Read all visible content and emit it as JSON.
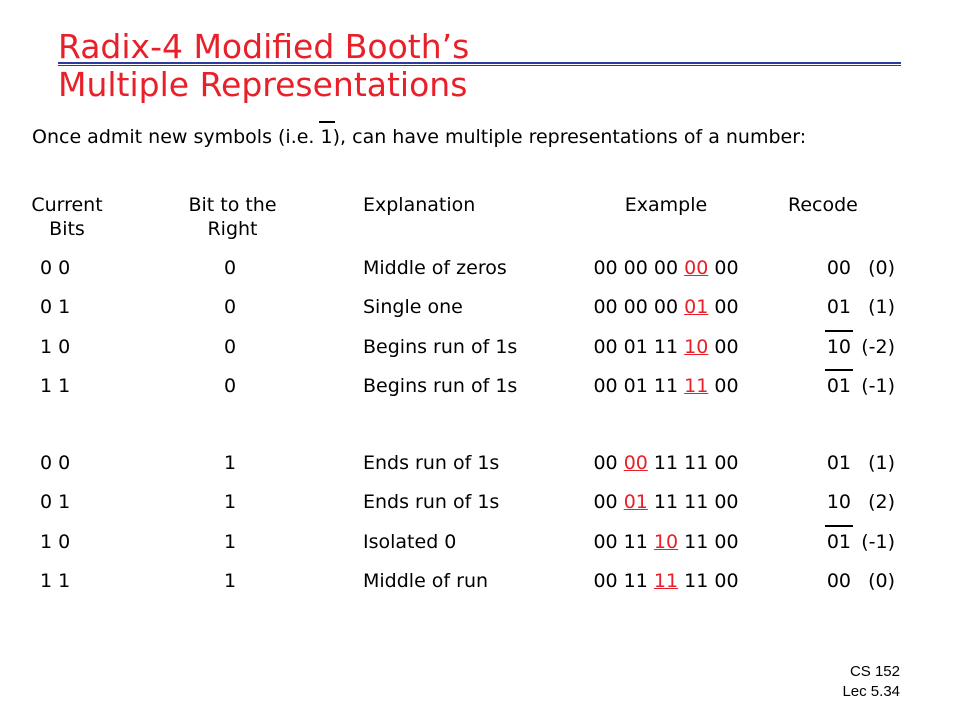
{
  "title": {
    "line1": "Radix-4 Modified Booth’s",
    "line2": "Multiple Representations"
  },
  "intro": {
    "before": "Once admit new symbols (i.e. ",
    "symbol": "1",
    "after": "), can have multiple representations of a number:"
  },
  "headers": {
    "current_bits": "Current\nBits",
    "bit_right": "Bit to the\nRight",
    "explanation": "Explanation",
    "example": "Example",
    "recode": "Recode"
  },
  "rows": [
    {
      "bits": "0 0",
      "right": "0",
      "expl": "Middle of zeros",
      "ex_pre": "00 00 00 ",
      "ex_hl": "00",
      "ex_post": " 00",
      "rec_digits": "00",
      "rec_bar": "",
      "rec_val": "(0)"
    },
    {
      "bits": "0 1",
      "right": "0",
      "expl": "Single one",
      "ex_pre": "00 00 00 ",
      "ex_hl": "01",
      "ex_post": " 00",
      "rec_digits": "01",
      "rec_bar": "",
      "rec_val": "(1)"
    },
    {
      "bits": "1 0",
      "right": "0",
      "expl": "Begins run of 1s",
      "ex_pre": "00 01 11 ",
      "ex_hl": "10",
      "ex_post": " 00",
      "rec_digits": "10",
      "rec_bar": "1",
      "rec_val": "(-2)"
    },
    {
      "bits": "1 1",
      "right": "0",
      "expl": "Begins run of 1s",
      "ex_pre": "00 01 11 ",
      "ex_hl": "11",
      "ex_post": " 00",
      "rec_digits": "01",
      "rec_bar": "1",
      "rec_val": "(-1)"
    },
    {
      "bits": "0 0",
      "right": "1",
      "expl": "Ends run of 1s",
      "ex_pre": "00 ",
      "ex_hl": "00",
      "ex_post": " 11 11 00",
      "rec_digits": "01",
      "rec_bar": "",
      "rec_val": "(1)"
    },
    {
      "bits": "0 1",
      "right": "1",
      "expl": "Ends run of 1s",
      "ex_pre": "00 ",
      "ex_hl": "01",
      "ex_post": " 11 11 00",
      "rec_digits": "10",
      "rec_bar": "",
      "rec_val": "(2)"
    },
    {
      "bits": "1 0",
      "right": "1",
      "expl": "Isolated 0",
      "ex_pre": "00 11 ",
      "ex_hl": "10",
      "ex_post": " 11 00",
      "rec_digits": "01",
      "rec_bar": "1",
      "rec_val": "(-1)"
    },
    {
      "bits": "1 1",
      "right": "1",
      "expl": "Middle of run",
      "ex_pre": "00 11 ",
      "ex_hl": "11",
      "ex_post": " 11 00",
      "rec_digits": "00",
      "rec_bar": "",
      "rec_val": "(0)"
    }
  ],
  "footer": {
    "course": "CS 152",
    "lecture": "Lec 5.34"
  },
  "colors": {
    "title": "#e8202a",
    "rule": "#2e3a9e",
    "highlight": "#e8202a"
  }
}
